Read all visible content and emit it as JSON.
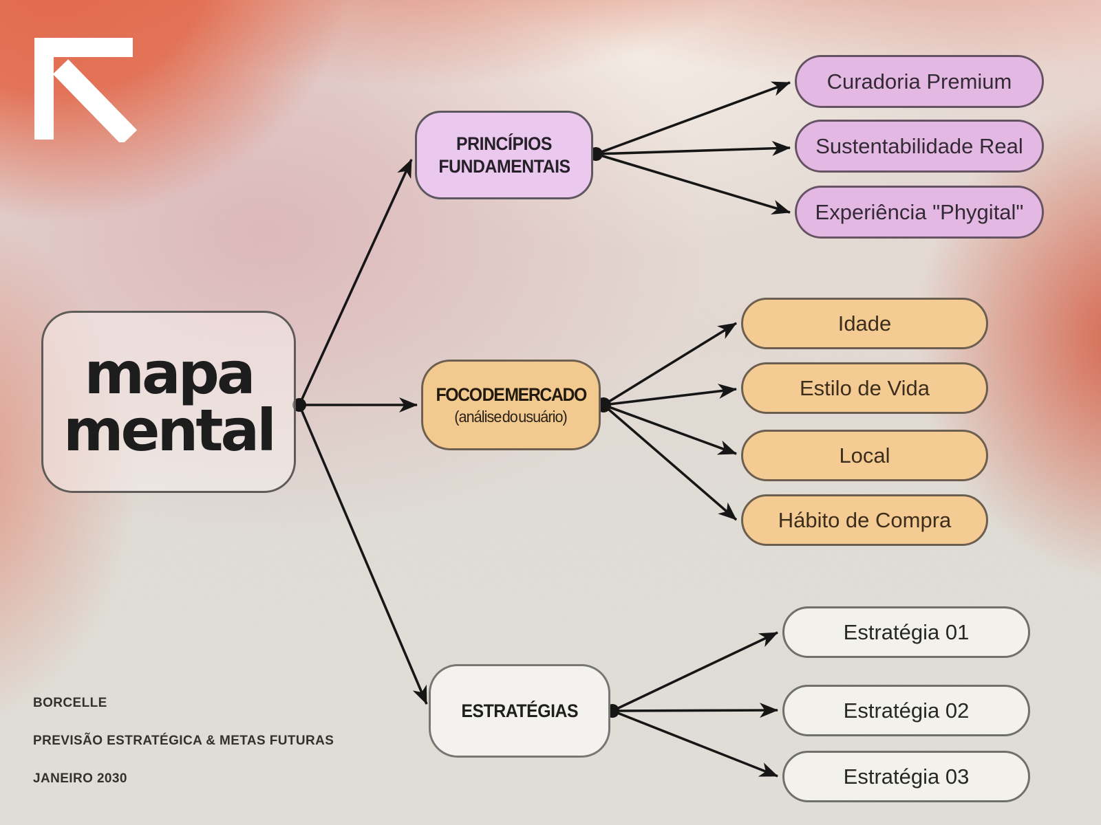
{
  "root": {
    "line1": "mapa",
    "line2": "mental"
  },
  "branches": {
    "principios": {
      "title_line1": "PRINCÍPIOS",
      "title_line2": "FUNDAMENTAIS",
      "children": [
        "Curadoria Premium",
        "Sustentabilidade Real",
        "Experiência \"Phygital\""
      ]
    },
    "foco": {
      "title": "FOCO DE MERCADO",
      "subtitle": "(análise do usuário)",
      "children": [
        "Idade",
        "Estilo de Vida",
        "Local",
        "Hábito de Compra"
      ]
    },
    "estrategias": {
      "title": "ESTRATÉGIAS",
      "children": [
        "Estratégia 01",
        "Estratégia 02",
        "Estratégia 03"
      ]
    }
  },
  "footer": {
    "company": "BORCELLE",
    "tagline": "PREVISÃO ESTRATÉGICA & METAS FUTURAS",
    "date": "JANEIRO 2030"
  },
  "colors": {
    "connector": "#161616",
    "purple_branch_fill": "#ebc8ee",
    "purple_pill_fill": "#e3b9e3",
    "orange_fill": "#f2c98e",
    "neutral_fill": "#f3f2ee",
    "arrow_icon": "#ffffff"
  }
}
